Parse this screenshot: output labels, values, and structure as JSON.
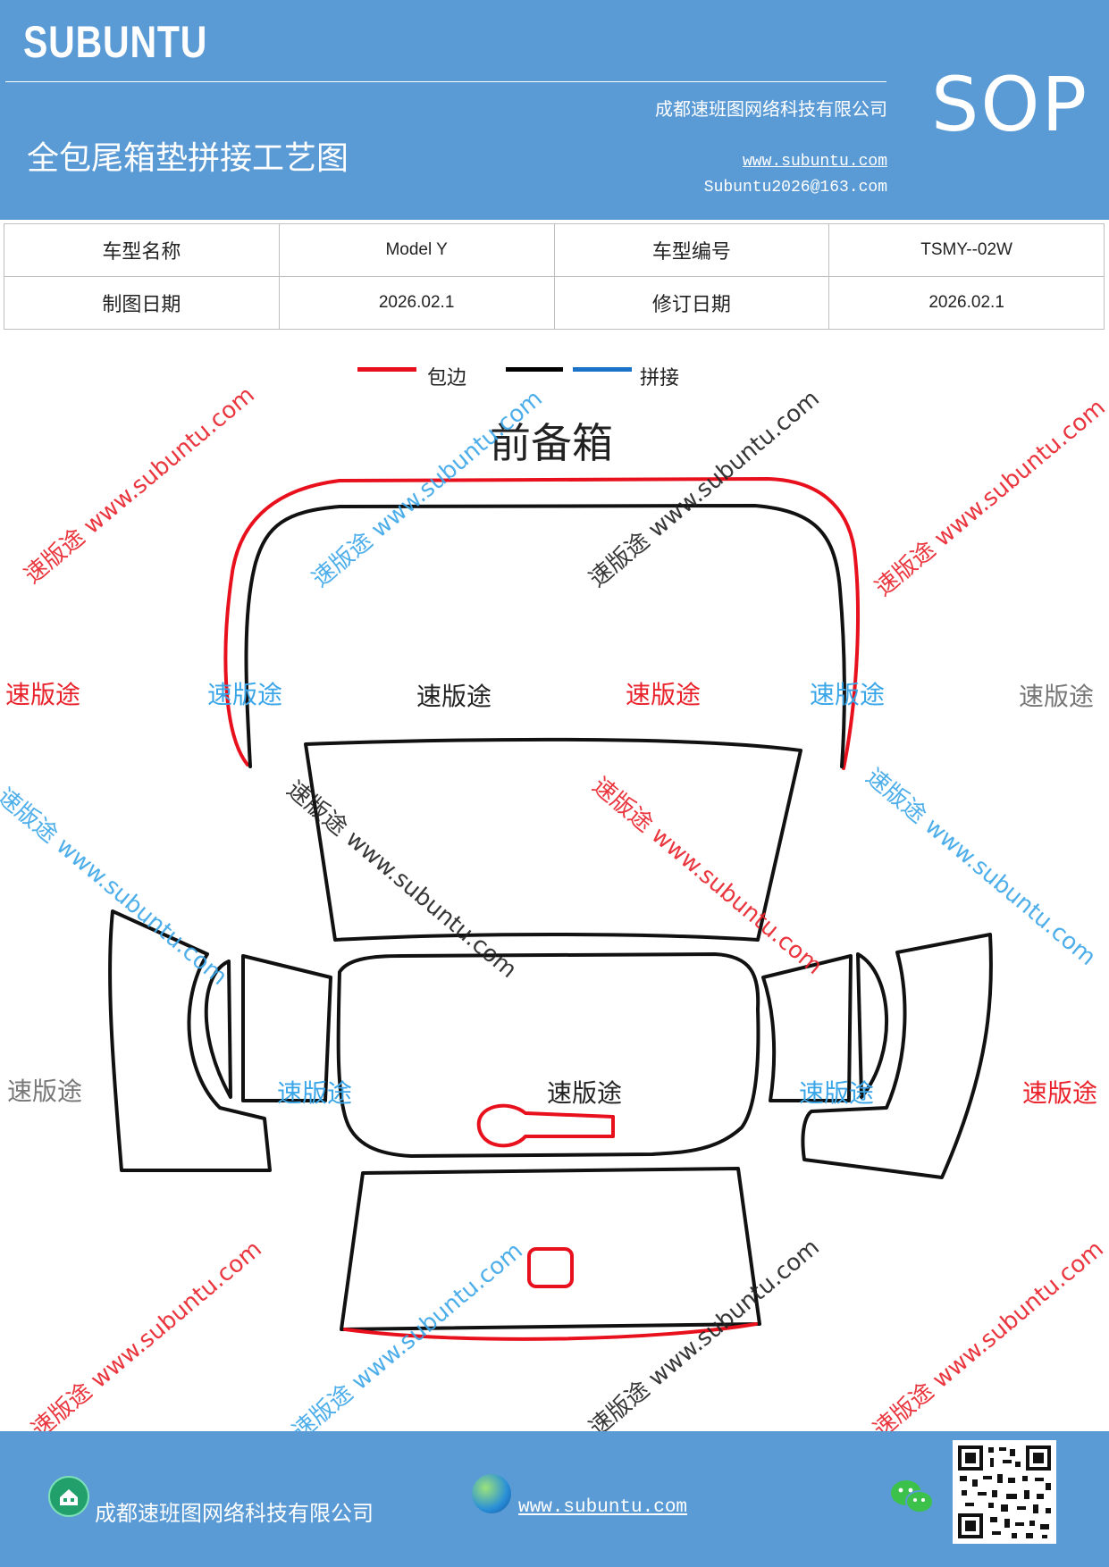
{
  "header": {
    "brand": "SUBUNTU",
    "title": "全包尾箱垫拼接工艺图",
    "company": "成都速班图网络科技有限公司",
    "website": "www.subuntu.com",
    "email": "Subuntu2026@163.com",
    "doc_type": "SOP"
  },
  "info_table": {
    "rows": [
      [
        "车型名称",
        "Model Y",
        "车型编号",
        "TSMY--02W"
      ],
      [
        "制图日期",
        "2026.02.1",
        "修订日期",
        "2026.02.1"
      ]
    ]
  },
  "legend": {
    "items": [
      {
        "label": "包边",
        "color": "#e8101c"
      },
      {
        "label": "",
        "color": "#000000"
      },
      {
        "label": "拼接",
        "color": "#1a73c8"
      }
    ]
  },
  "diagram": {
    "title": "前备箱"
  },
  "watermarks": {
    "diagonal_text": "速版途 www.subuntu.com",
    "flat_text": "速版途",
    "colors": {
      "red": "#e8212a",
      "blue": "#3aa6e8",
      "black": "#222222",
      "gray": "#777777"
    }
  },
  "footer": {
    "company": "成都速班图网络科技有限公司",
    "website": "www.subuntu.com "
  },
  "icons": [
    "home-icon",
    "globe-icon",
    "wechat-icon",
    "qr-code"
  ]
}
